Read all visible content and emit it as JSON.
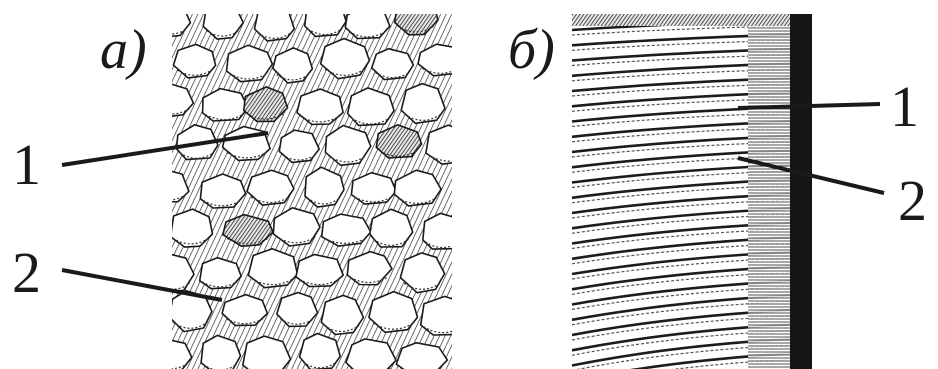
{
  "figure": {
    "panel_a": {
      "label": "а)",
      "callouts": [
        "1",
        "2"
      ]
    },
    "panel_b": {
      "label": "б)",
      "callouts": [
        "1",
        "2"
      ]
    }
  }
}
